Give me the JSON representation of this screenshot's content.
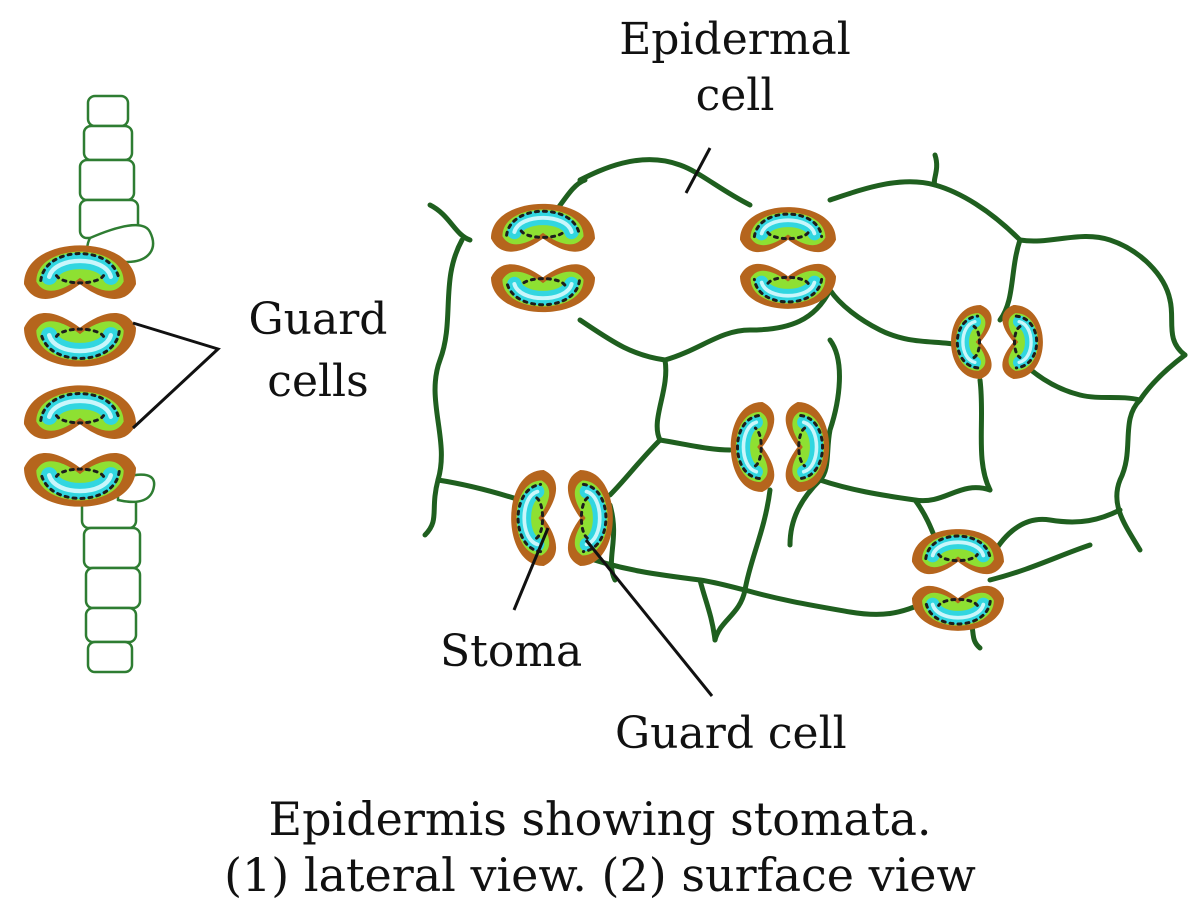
{
  "labels": {
    "epidermal_cell_line1": "Epidermal",
    "epidermal_cell_line2": "cell",
    "guard_cells_line1": "Guard",
    "guard_cells_line2": "cells",
    "stoma": "Stoma",
    "guard_cell": "Guard cell"
  },
  "caption": {
    "line1": "Epidermis showing stomata.",
    "line2": "(1) lateral view. (2) surface view"
  },
  "colors": {
    "cell_wall": "#1f5f1f",
    "lateral_cell_outline": "#2e7d32",
    "guard_cell_outer": "#b5651d",
    "guard_cell_fill": "#8ee032",
    "vacuole": "#31d6e0",
    "vacuole_core": "#c9f6fb",
    "chloroplast_dots": "#1d1d1d",
    "leader_line": "#111111"
  }
}
